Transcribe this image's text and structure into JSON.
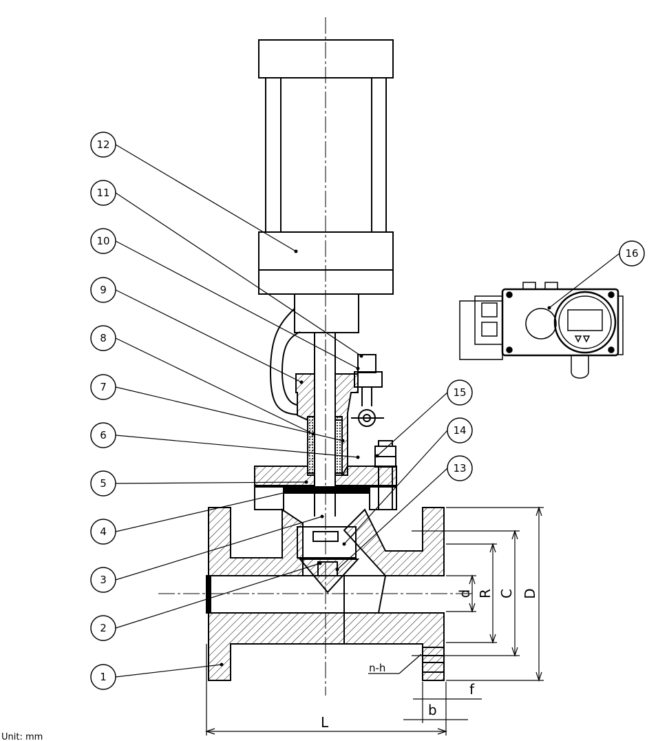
{
  "callouts": [
    "1",
    "2",
    "3",
    "4",
    "5",
    "6",
    "7",
    "8",
    "9",
    "10",
    "11",
    "12",
    "13",
    "14",
    "15",
    "16"
  ],
  "dimensions": {
    "L": "L",
    "b": "b",
    "f": "f",
    "d": "d",
    "R": "R",
    "C": "C",
    "D": "D",
    "nh": "n-h"
  },
  "unit_note": "Unit: mm",
  "colors": {
    "line": "#000000",
    "background": "#ffffff"
  }
}
